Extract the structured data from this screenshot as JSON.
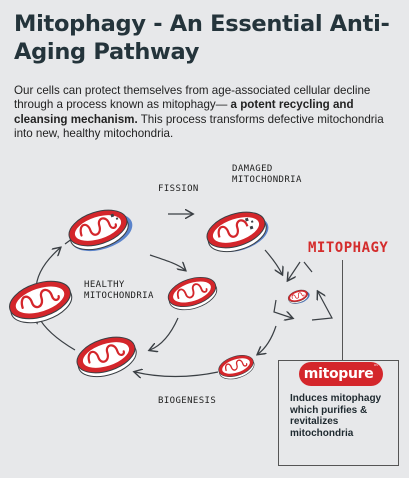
{
  "title": "Mitophagy - An Essential Anti-Aging Pathway",
  "intro": {
    "text_before": "Our cells can protect themselves from age-associated cellular decline through a process known as mitophagy— ",
    "text_bold": "a potent recycling and cleansing mechanism.",
    "text_after": " This process transforms defective mitochondria  into new, healthy mitochondria."
  },
  "diagram": {
    "labels": {
      "fission": "FISSION",
      "damaged": "DAMAGED\nMITOCHONDRIA",
      "healthy": "HEALTHY\nMITOCHONDRIA",
      "biogenesis": "BIOGENESIS",
      "mitophagy": "MITOPHAGY"
    },
    "colors": {
      "accent_red": "#d4262b",
      "outline_dark": "#3a3f44",
      "damaged_blue": "#4a78c8"
    }
  },
  "product": {
    "brand": "mitopure",
    "trademark": "™",
    "description": "Induces mitophagy which purifies & revitalizes mitochondria"
  }
}
